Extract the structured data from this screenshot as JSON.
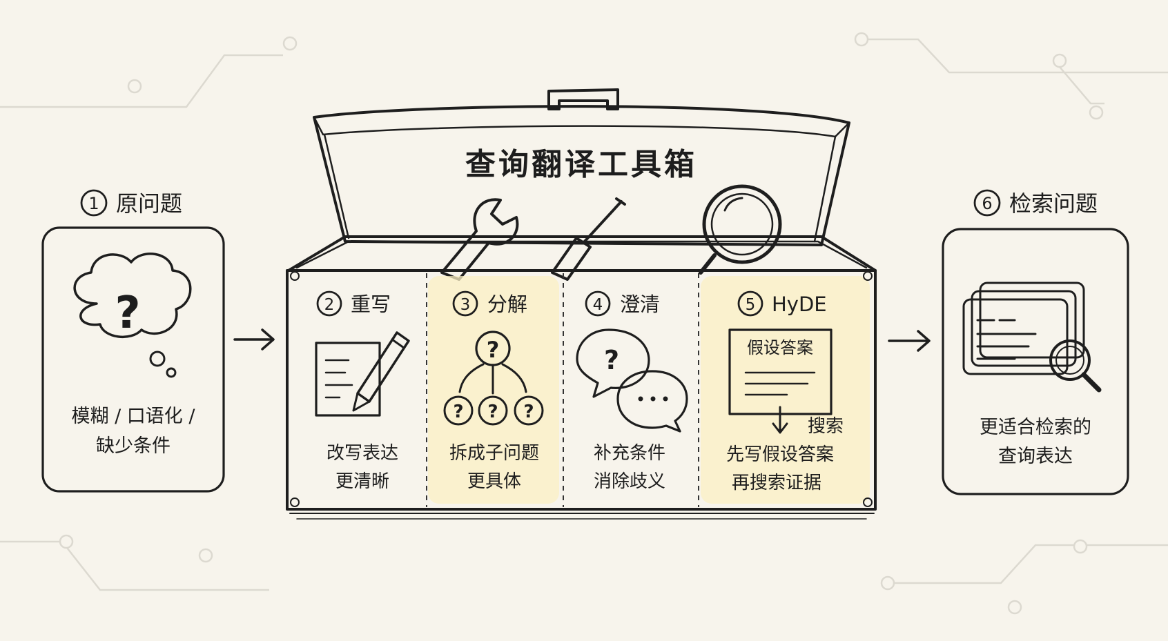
{
  "toolbox": {
    "title": "查询翻译工具箱"
  },
  "original": {
    "num": "1",
    "title": "原问题",
    "desc_line1": "模糊 / 口语化 /",
    "desc_line2": "缺少条件"
  },
  "tools": [
    {
      "num": "2",
      "title": "重写",
      "line1": "改写表达",
      "line2": "更清晰"
    },
    {
      "num": "3",
      "title": "分解",
      "line1": "拆成子问题",
      "line2": "更具体"
    },
    {
      "num": "4",
      "title": "澄清",
      "line1": "补充条件",
      "line2": "消除歧义"
    },
    {
      "num": "5",
      "title": "HyDE",
      "line1": "先写假设答案",
      "line2": "再搜索证据",
      "doc_title": "假设答案",
      "search_label": "搜索"
    }
  ],
  "result": {
    "num": "6",
    "title": "检索问题",
    "desc_line1": "更适合检索的",
    "desc_line2": "查询表达"
  },
  "colors": {
    "background": "#f7f4ec",
    "ink": "#1e1e1e",
    "highlight": "#fbf0c4",
    "circuit": "#dedbd2"
  }
}
